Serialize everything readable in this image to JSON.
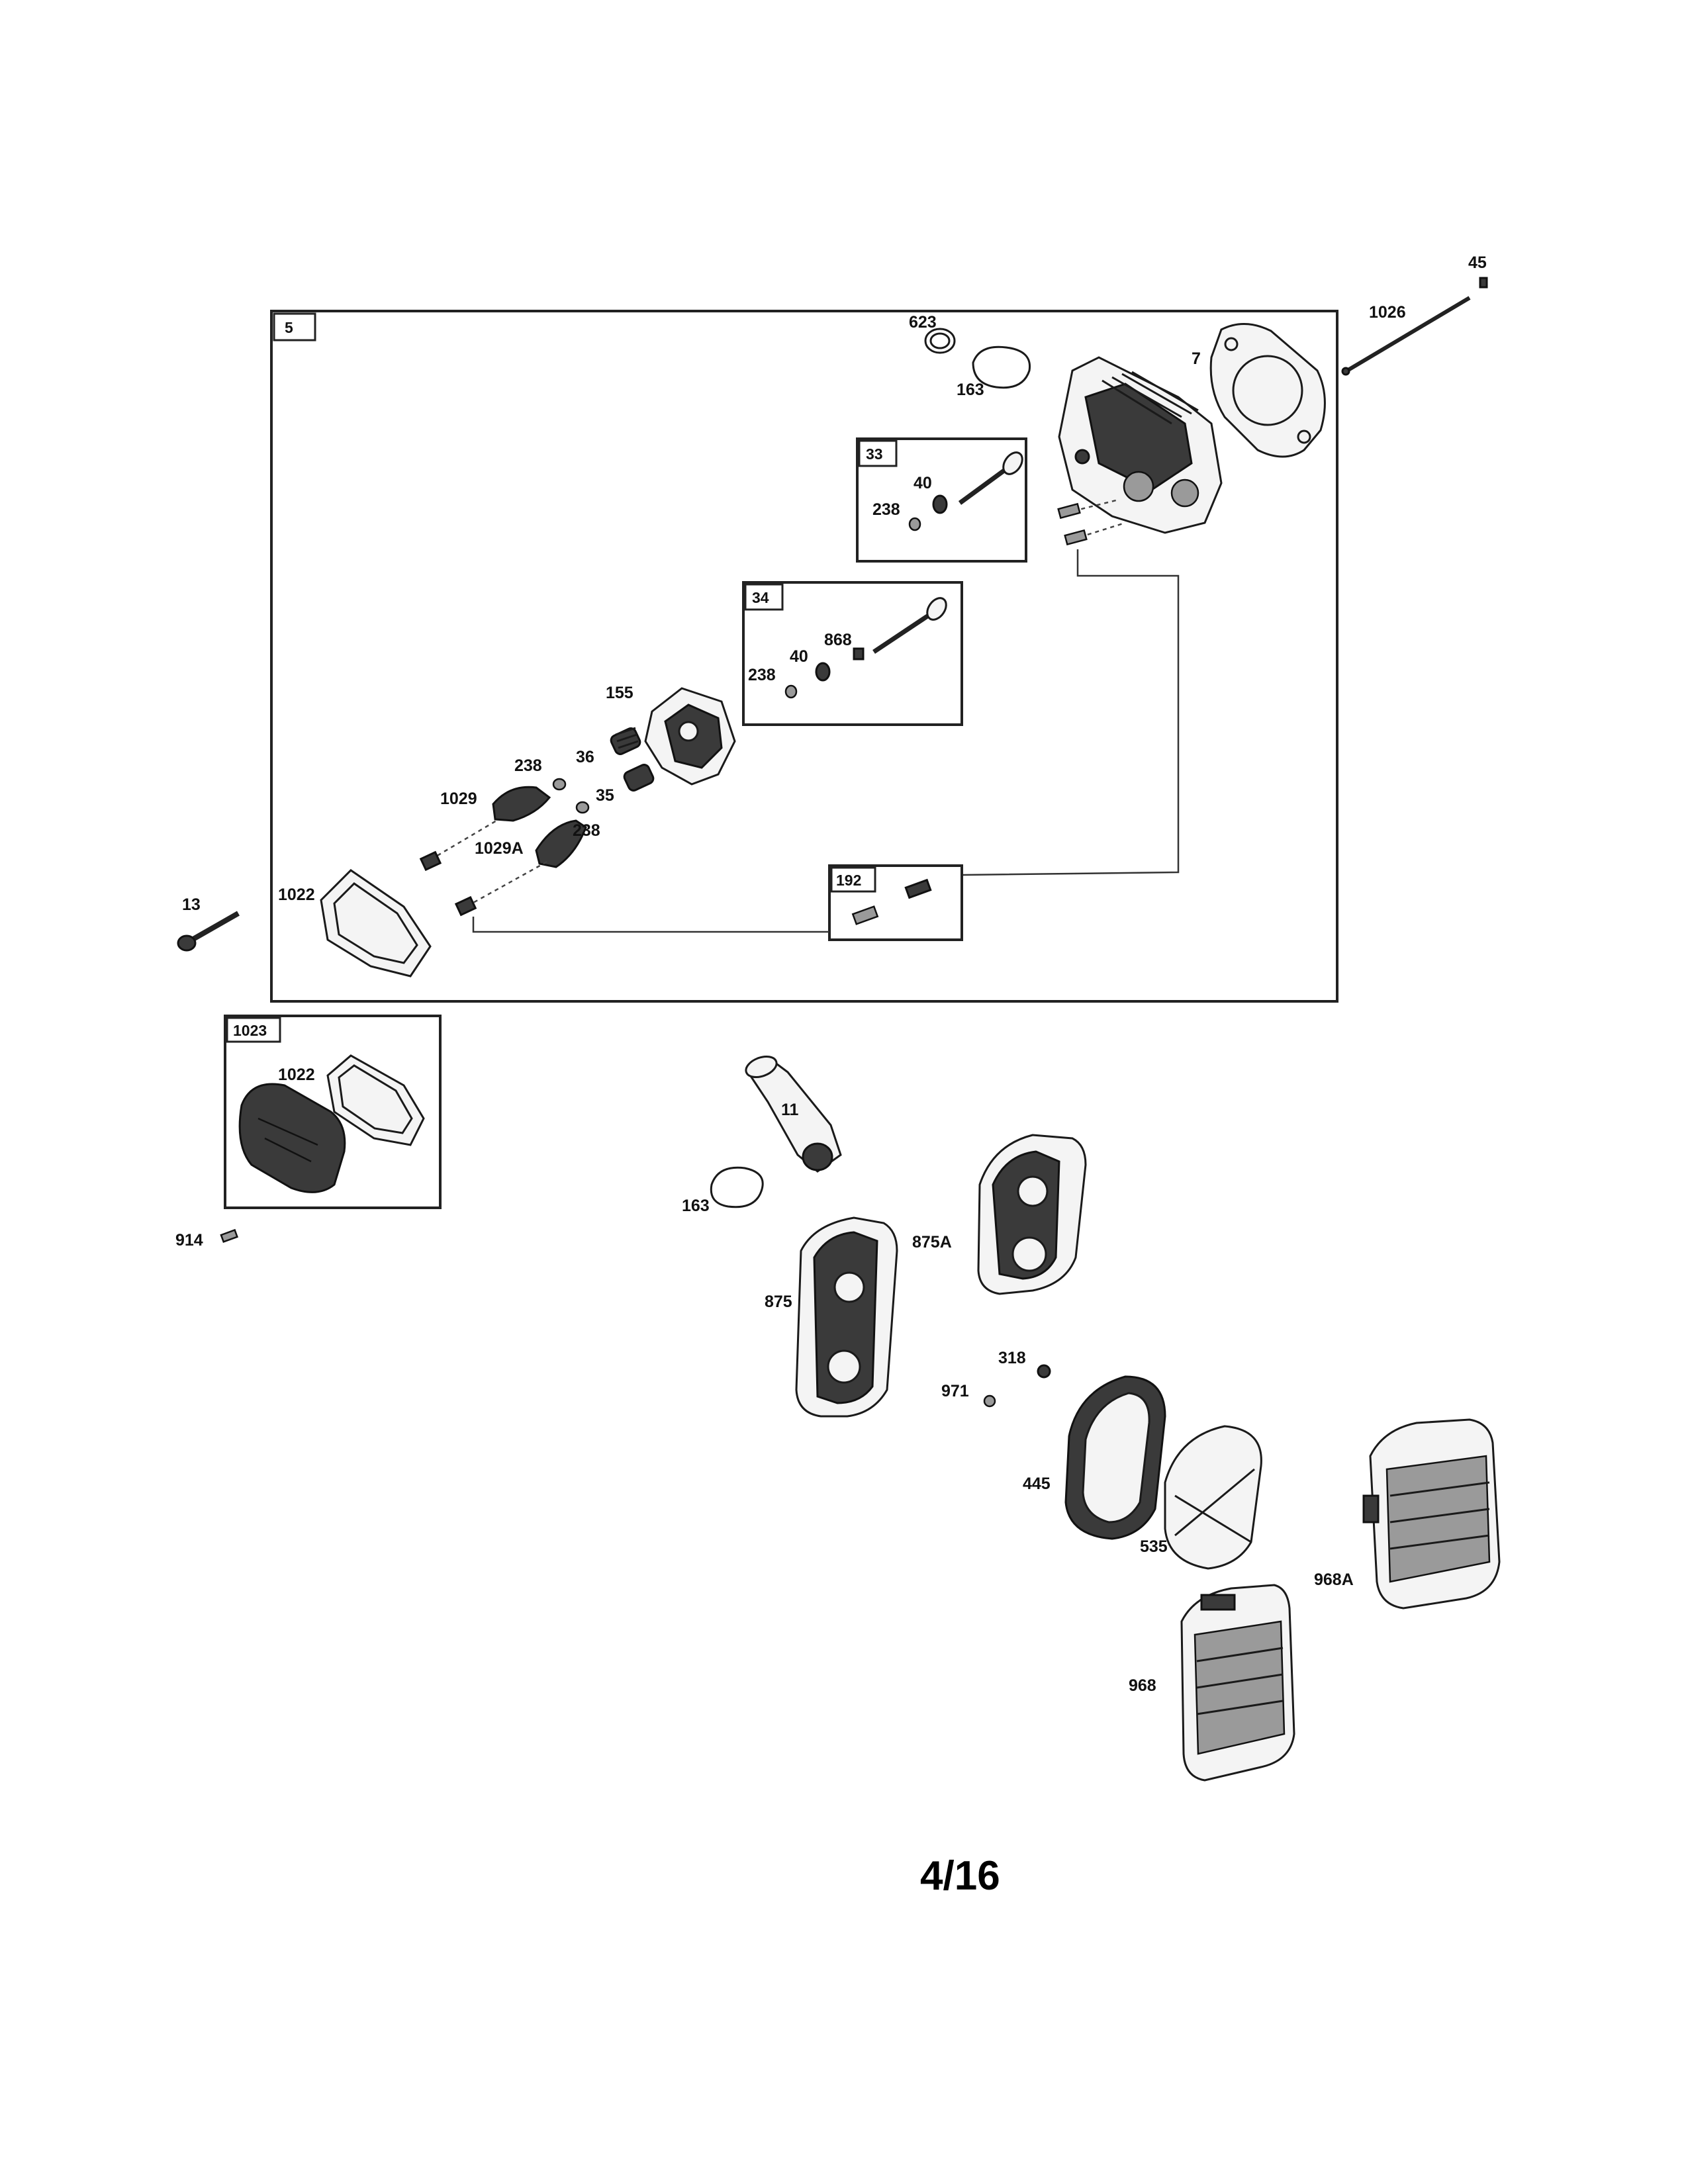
{
  "page_number": "4/16",
  "boxes": {
    "b5": "5",
    "b33": "33",
    "b34": "34",
    "b192": "192",
    "b1023": "1023"
  },
  "labels": {
    "p623": "623",
    "p163_top": "163",
    "p7": "7",
    "p1026": "1026",
    "p45": "45",
    "p40_a": "40",
    "p238_a": "238",
    "p868": "868",
    "p40_b": "40",
    "p238_b": "238",
    "p155": "155",
    "p238_c": "238",
    "p36": "36",
    "p1029": "1029",
    "p35": "35",
    "p1029A": "1029A",
    "p238_d": "238",
    "p13": "13",
    "p1022_a": "1022",
    "p1022_b": "1022",
    "p914": "914",
    "p11": "11",
    "p163_b": "163",
    "p875A": "875A",
    "p875": "875",
    "p318": "318",
    "p971": "971",
    "p445": "445",
    "p535": "535",
    "p968A": "968A",
    "p968": "968"
  }
}
